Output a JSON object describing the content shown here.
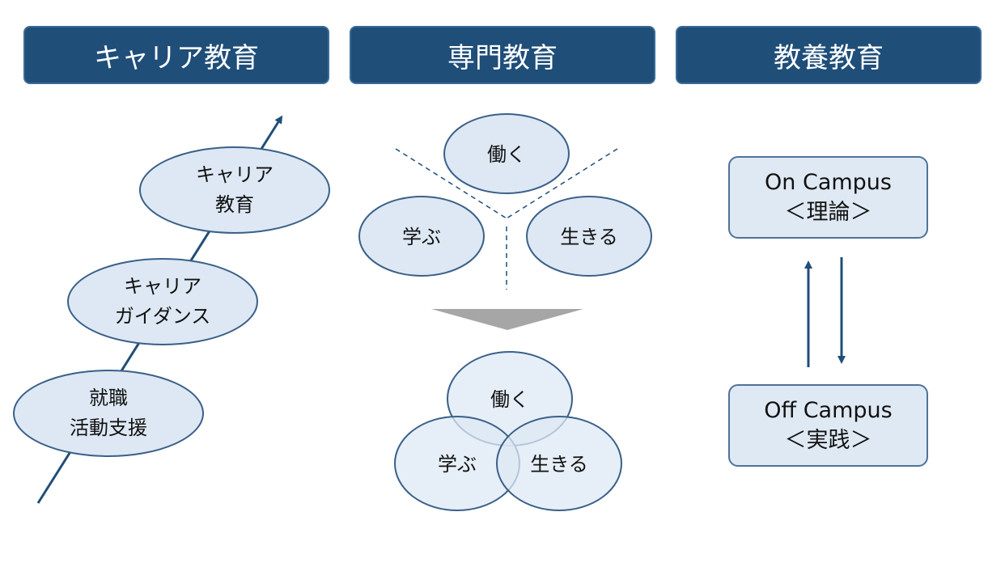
{
  "headers": {
    "career": "キャリア教育",
    "specialized": "専門教育",
    "liberal": "教養教育"
  },
  "career_steps": [
    {
      "line1": "キャリア",
      "line2": "教育"
    },
    {
      "line1": "キャリア",
      "line2": "ガイダンス"
    },
    {
      "line1": "就職",
      "line2": "活動支援"
    }
  ],
  "circles_top": {
    "work": "働く",
    "learn": "学ぶ",
    "live": "生きる"
  },
  "circles_venn": {
    "work": "働く",
    "learn": "学ぶ",
    "live": "生きる"
  },
  "campus": {
    "on_title": "On Campus",
    "on_sub": "＜理論＞",
    "off_title": "Off Campus",
    "off_sub": "＜実践＞"
  },
  "colors": {
    "header_bg": "#1f4e79",
    "bubble_fill": "#dde8f4",
    "stroke": "#3a6088",
    "arrow": "#1f4e79",
    "funnel": "#a6a6a6"
  }
}
